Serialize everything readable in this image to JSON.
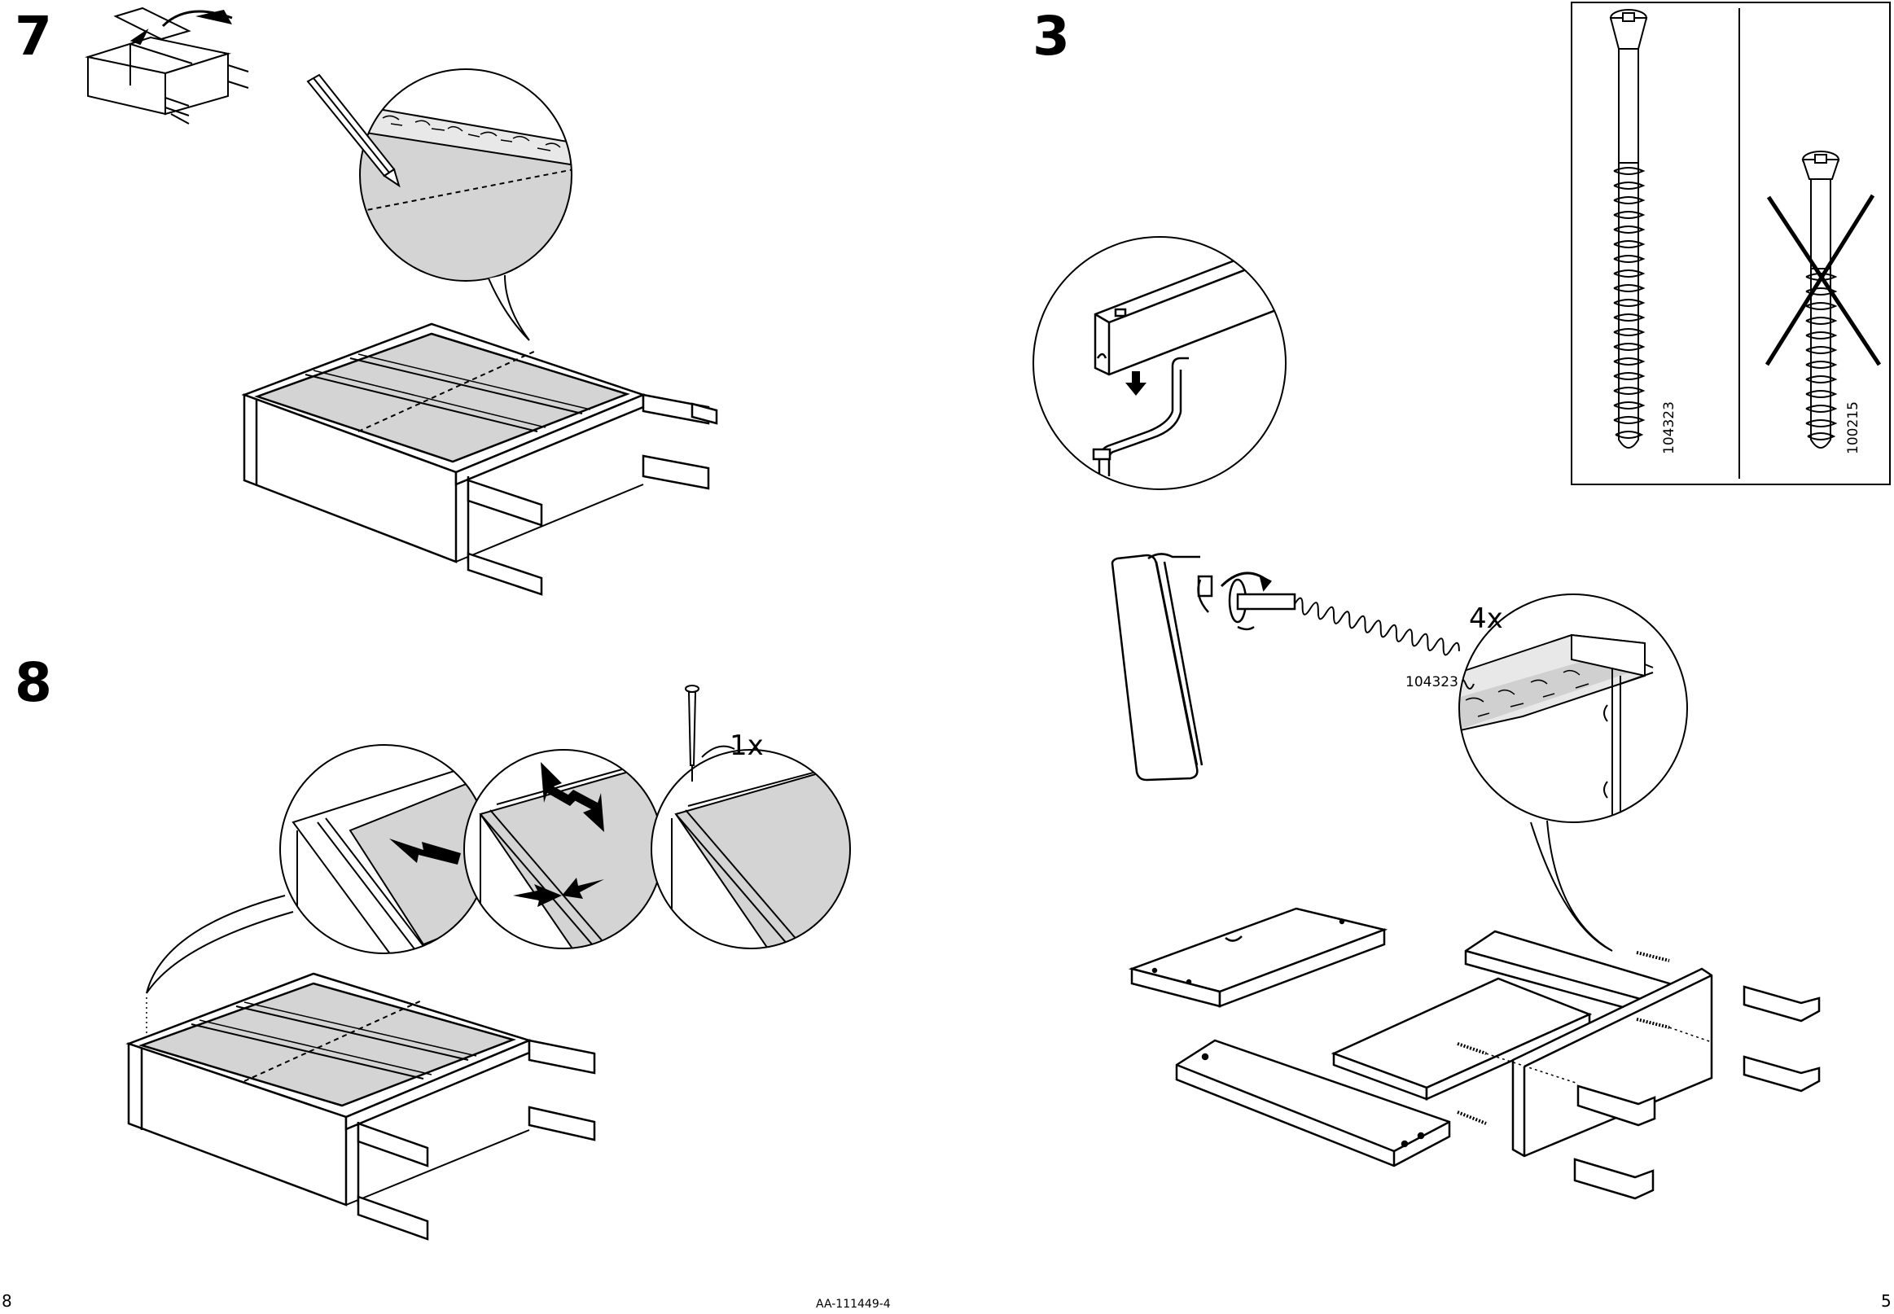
{
  "page": {
    "left_page_number": "8",
    "right_page_number": "5",
    "document_code": "AA-111449-4"
  },
  "steps": {
    "step7": "7",
    "step8": "8",
    "step3": "3"
  },
  "labels": {
    "nail_quantity": "1x",
    "screw_quantity": "4x",
    "screw_part_number": "104323"
  },
  "screw_box": {
    "correct_part": "104323",
    "wrong_part": "100215"
  },
  "colors": {
    "line": "#000000",
    "board_fill": "#d4d4d4",
    "paper": "#ffffff"
  }
}
